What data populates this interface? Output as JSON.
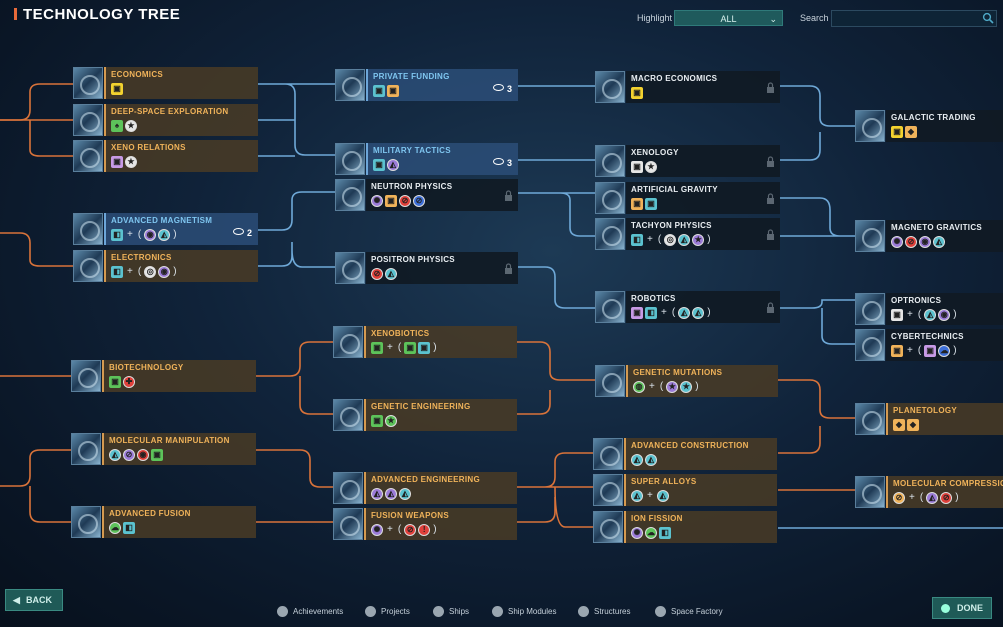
{
  "title": "TECHNOLOGY TREE",
  "highlight": {
    "label": "Highlight",
    "value": "ALL"
  },
  "search": {
    "label": "Search",
    "value": ""
  },
  "colors": {
    "orange_accent": "#f0b35a",
    "blue_accent": "#7fc6f0",
    "link_orange": "#d9733a",
    "link_blue": "#6fa9d8"
  },
  "nodes": [
    {
      "id": "economics",
      "name": "ECONOMICS",
      "style": "orange",
      "icons": [
        {
          "c": "#f3d22f",
          "t": "▣"
        }
      ]
    },
    {
      "id": "deep_space",
      "name": "DEEP-SPACE EXPLORATION",
      "style": "orange",
      "icons": [
        {
          "c": "#5dc35a",
          "t": "♠"
        },
        {
          "c": "#e6e6e6",
          "t": "★",
          "r": 1
        }
      ]
    },
    {
      "id": "xeno_relations",
      "name": "XENO RELATIONS",
      "style": "orange",
      "icons": [
        {
          "c": "#c79ae6",
          "t": "▣"
        },
        {
          "c": "#e6e6e6",
          "t": "★",
          "r": 1
        }
      ]
    },
    {
      "id": "adv_magnetism",
      "name": "ADVANCED MAGNETISM",
      "style": "blue",
      "count": "2",
      "icons": [
        {
          "c": "#5bc2cf",
          "t": "◧"
        },
        {
          "p": "+"
        },
        {
          "p": "("
        },
        {
          "c": "#9b7bd8",
          "t": "◉",
          "r": 1
        },
        {
          "c": "#5bc2cf",
          "t": "◭",
          "r": 1
        },
        {
          "p": ")"
        }
      ]
    },
    {
      "id": "electronics",
      "name": "ELECTRONICS",
      "style": "orange",
      "icons": [
        {
          "c": "#5bc2cf",
          "t": "◧"
        },
        {
          "p": "+"
        },
        {
          "p": "("
        },
        {
          "c": "#e6e6e6",
          "t": "◎",
          "r": 1
        },
        {
          "c": "#9b7bd8",
          "t": "◉",
          "r": 1
        },
        {
          "p": ")"
        }
      ]
    },
    {
      "id": "biotechnology",
      "name": "BIOTECHNOLOGY",
      "style": "orange",
      "icons": [
        {
          "c": "#5dc35a",
          "t": "▣"
        },
        {
          "c": "#e0403a",
          "t": "✚",
          "r": 1
        }
      ]
    },
    {
      "id": "molecular_manip",
      "name": "MOLECULAR MANIPULATION",
      "style": "orange",
      "icons": [
        {
          "c": "#5bc2cf",
          "t": "◭",
          "r": 1
        },
        {
          "c": "#9b7bd8",
          "t": "⊘",
          "r": 1
        },
        {
          "c": "#e0403a",
          "t": "◉",
          "r": 1
        },
        {
          "c": "#5dc35a",
          "t": "▣"
        }
      ]
    },
    {
      "id": "adv_fusion",
      "name": "ADVANCED FUSION",
      "style": "orange",
      "icons": [
        {
          "c": "#5dc35a",
          "t": "☁",
          "r": 1
        },
        {
          "c": "#5bc2cf",
          "t": "◧"
        }
      ]
    },
    {
      "id": "private_funding",
      "name": "PRIVATE FUNDING",
      "style": "blue",
      "count": "3",
      "icons": [
        {
          "c": "#5bc2cf",
          "t": "▣"
        },
        {
          "c": "#f0b35a",
          "t": "▣"
        }
      ]
    },
    {
      "id": "military_tactics",
      "name": "MILITARY TACTICS",
      "style": "blue",
      "count": "3",
      "icons": [
        {
          "c": "#5bc2cf",
          "t": "▣"
        },
        {
          "c": "#9b7bd8",
          "t": "◭",
          "r": 1
        }
      ]
    },
    {
      "id": "neutron_physics",
      "name": "NEUTRON PHYSICS",
      "style": "dark",
      "icons": [
        {
          "c": "#9b7bd8",
          "t": "✺",
          "r": 1
        },
        {
          "c": "#f0b35a",
          "t": "▣"
        },
        {
          "c": "#e0403a",
          "t": "⊘",
          "r": 1
        },
        {
          "c": "#3d6fd8",
          "t": "⊘",
          "r": 1
        }
      ]
    },
    {
      "id": "positron_physics",
      "name": "POSITRON PHYSICS",
      "style": "dark",
      "icons": [
        {
          "c": "#e0403a",
          "t": "⊘",
          "r": 1
        },
        {
          "c": "#5bc2cf",
          "t": "◭",
          "r": 1
        }
      ]
    },
    {
      "id": "xenobiotics",
      "name": "XENOBIOTICS",
      "style": "orange",
      "icons": [
        {
          "c": "#5dc35a",
          "t": "▣"
        },
        {
          "p": "+"
        },
        {
          "p": "("
        },
        {
          "c": "#5dc35a",
          "t": "▣"
        },
        {
          "c": "#5bc2cf",
          "t": "▣"
        },
        {
          "p": ")"
        }
      ]
    },
    {
      "id": "genetic_eng",
      "name": "GENETIC ENGINEERING",
      "style": "orange",
      "icons": [
        {
          "c": "#5dc35a",
          "t": "▣"
        },
        {
          "c": "#5dc35a",
          "t": "★",
          "r": 1
        }
      ]
    },
    {
      "id": "adv_engineering",
      "name": "ADVANCED ENGINEERING",
      "style": "orange",
      "icons": [
        {
          "c": "#9b7bd8",
          "t": "◭",
          "r": 1
        },
        {
          "c": "#9b7bd8",
          "t": "◭",
          "r": 1
        },
        {
          "c": "#5bc2cf",
          "t": "◭",
          "r": 1
        }
      ]
    },
    {
      "id": "fusion_weapons",
      "name": "FUSION WEAPONS",
      "style": "orange",
      "icons": [
        {
          "c": "#9b7bd8",
          "t": "✺",
          "r": 1
        },
        {
          "p": "+"
        },
        {
          "p": "("
        },
        {
          "c": "#e0403a",
          "t": "⊘",
          "r": 1
        },
        {
          "c": "#e0403a",
          "t": "!",
          "r": 1
        },
        {
          "p": ")"
        }
      ]
    },
    {
      "id": "macro_economics",
      "name": "MACRO ECONOMICS",
      "style": "dark",
      "icons": [
        {
          "c": "#f3d22f",
          "t": "▣"
        }
      ]
    },
    {
      "id": "xenology",
      "name": "XENOLOGY",
      "style": "dark",
      "icons": [
        {
          "c": "#e6e6e6",
          "t": "▣"
        },
        {
          "c": "#e6e6e6",
          "t": "★",
          "r": 1
        }
      ]
    },
    {
      "id": "artificial_gravity",
      "name": "ARTIFICIAL GRAVITY",
      "style": "dark",
      "icons": [
        {
          "c": "#f0b35a",
          "t": "▣"
        },
        {
          "c": "#5bc2cf",
          "t": "▣"
        }
      ]
    },
    {
      "id": "tachyon_physics",
      "name": "TACHYON PHYSICS",
      "style": "dark",
      "icons": [
        {
          "c": "#5bc2cf",
          "t": "◧"
        },
        {
          "p": "+"
        },
        {
          "p": "("
        },
        {
          "c": "#e6e6e6",
          "t": "◎",
          "r": 1
        },
        {
          "c": "#5bc2cf",
          "t": "◭",
          "r": 1
        },
        {
          "c": "#9b7bd8",
          "t": "★",
          "r": 1
        },
        {
          "p": ")"
        }
      ]
    },
    {
      "id": "robotics",
      "name": "ROBOTICS",
      "style": "dark",
      "icons": [
        {
          "c": "#c79ae6",
          "t": "▣"
        },
        {
          "c": "#5bc2cf",
          "t": "◧"
        },
        {
          "p": "+"
        },
        {
          "p": "("
        },
        {
          "c": "#5bc2cf",
          "t": "◭",
          "r": 1
        },
        {
          "c": "#5bc2cf",
          "t": "◭",
          "r": 1
        },
        {
          "p": ")"
        }
      ]
    },
    {
      "id": "genetic_mutations",
      "name": "GENETIC MUTATIONS",
      "style": "orange",
      "icons": [
        {
          "c": "#5dc35a",
          "t": "◍",
          "r": 1
        },
        {
          "p": "+"
        },
        {
          "p": "("
        },
        {
          "c": "#9b7bd8",
          "t": "★",
          "r": 1
        },
        {
          "c": "#5bc2cf",
          "t": "★",
          "r": 1
        },
        {
          "p": ")"
        }
      ]
    },
    {
      "id": "adv_construction",
      "name": "ADVANCED CONSTRUCTION",
      "style": "orange",
      "icons": [
        {
          "c": "#5bc2cf",
          "t": "◭",
          "r": 1
        },
        {
          "c": "#5bc2cf",
          "t": "◭",
          "r": 1
        }
      ]
    },
    {
      "id": "super_alloys",
      "name": "SUPER ALLOYS",
      "style": "orange",
      "icons": [
        {
          "c": "#5bc2cf",
          "t": "◭",
          "r": 1
        },
        {
          "p": "+"
        },
        {
          "c": "#5bc2cf",
          "t": "◭",
          "r": 1
        }
      ]
    },
    {
      "id": "ion_fission",
      "name": "ION FISSION",
      "style": "orange",
      "icons": [
        {
          "c": "#9b7bd8",
          "t": "✺",
          "r": 1
        },
        {
          "c": "#5dc35a",
          "t": "☁",
          "r": 1
        },
        {
          "c": "#5bc2cf",
          "t": "◧"
        }
      ]
    },
    {
      "id": "galactic_trading",
      "name": "GALACTIC TRADING",
      "style": "dark",
      "icons": [
        {
          "c": "#f3d22f",
          "t": "▣"
        },
        {
          "c": "#f0b35a",
          "t": "◆"
        }
      ]
    },
    {
      "id": "magneto_gravitics",
      "name": "MAGNETO GRAVITICS",
      "style": "dark",
      "icons": [
        {
          "c": "#9b7bd8",
          "t": "✺",
          "r": 1
        },
        {
          "c": "#e0403a",
          "t": "⊘",
          "r": 1
        },
        {
          "c": "#9b7bd8",
          "t": "◉",
          "r": 1
        },
        {
          "c": "#5bc2cf",
          "t": "◭",
          "r": 1
        }
      ]
    },
    {
      "id": "optronics",
      "name": "OPTRONICS",
      "style": "dark",
      "icons": [
        {
          "c": "#e6e6e6",
          "t": "▣"
        },
        {
          "p": "+"
        },
        {
          "p": "("
        },
        {
          "c": "#5bc2cf",
          "t": "◭",
          "r": 1
        },
        {
          "c": "#9b7bd8",
          "t": "◉",
          "r": 1
        },
        {
          "p": ")"
        }
      ]
    },
    {
      "id": "cybertechnics",
      "name": "CYBERTECHNICS",
      "style": "dark",
      "icons": [
        {
          "c": "#f0b35a",
          "t": "▣"
        },
        {
          "p": "+"
        },
        {
          "p": "("
        },
        {
          "c": "#c79ae6",
          "t": "▣"
        },
        {
          "c": "#3d6fd8",
          "t": "☁",
          "r": 1
        },
        {
          "p": ")"
        }
      ]
    },
    {
      "id": "planetology",
      "name": "PLANETOLOGY",
      "style": "orange",
      "icons": [
        {
          "c": "#f0b35a",
          "t": "◆"
        },
        {
          "c": "#f0b35a",
          "t": "◆"
        }
      ]
    },
    {
      "id": "molecular_compression",
      "name": "MOLECULAR COMPRESSION",
      "style": "orange",
      "icons": [
        {
          "c": "#f0b35a",
          "t": "⊘",
          "r": 1
        },
        {
          "p": "+"
        },
        {
          "p": "("
        },
        {
          "c": "#9b7bd8",
          "t": "◭",
          "r": 1
        },
        {
          "c": "#e0403a",
          "t": "⊘",
          "r": 1
        },
        {
          "p": ")"
        }
      ]
    }
  ],
  "footer": {
    "back": "BACK",
    "done": "DONE",
    "legend": [
      {
        "label": "Achievements",
        "icon": "achievement-icon"
      },
      {
        "label": "Projects",
        "icon": "globe-icon"
      },
      {
        "label": "Ships",
        "icon": "ship-icon"
      },
      {
        "label": "Ship Modules",
        "icon": "module-icon"
      },
      {
        "label": "Structures",
        "icon": "structure-icon"
      },
      {
        "label": "Space Factory",
        "icon": "factory-icon"
      }
    ]
  }
}
